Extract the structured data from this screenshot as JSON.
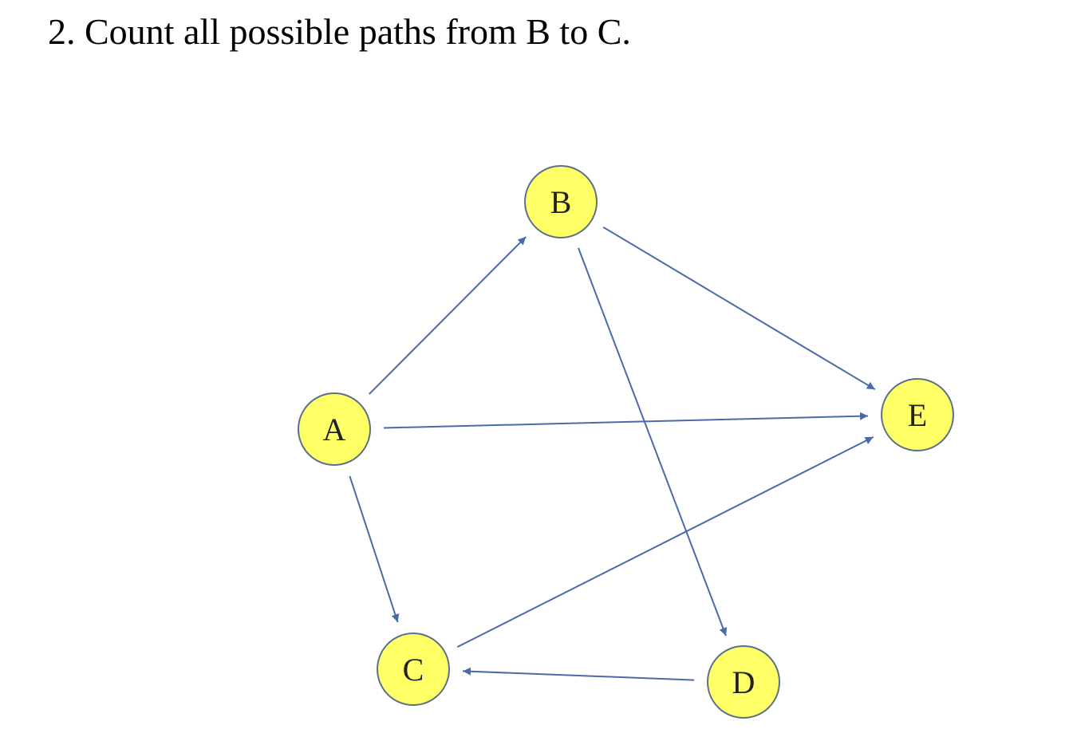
{
  "question": {
    "text": "2. Count all possible paths from B to C."
  },
  "graph": {
    "node_fill": "#ffff66",
    "node_stroke": "#5a6f8a",
    "edge_color": "#4a6aa8",
    "nodes": [
      {
        "id": "A",
        "label": "A"
      },
      {
        "id": "B",
        "label": "B"
      },
      {
        "id": "C",
        "label": "C"
      },
      {
        "id": "D",
        "label": "D"
      },
      {
        "id": "E",
        "label": "E"
      }
    ],
    "edges": [
      {
        "from": "A",
        "to": "B"
      },
      {
        "from": "A",
        "to": "E"
      },
      {
        "from": "A",
        "to": "C"
      },
      {
        "from": "B",
        "to": "E"
      },
      {
        "from": "B",
        "to": "D"
      },
      {
        "from": "C",
        "to": "E"
      },
      {
        "from": "D",
        "to": "C"
      }
    ]
  }
}
